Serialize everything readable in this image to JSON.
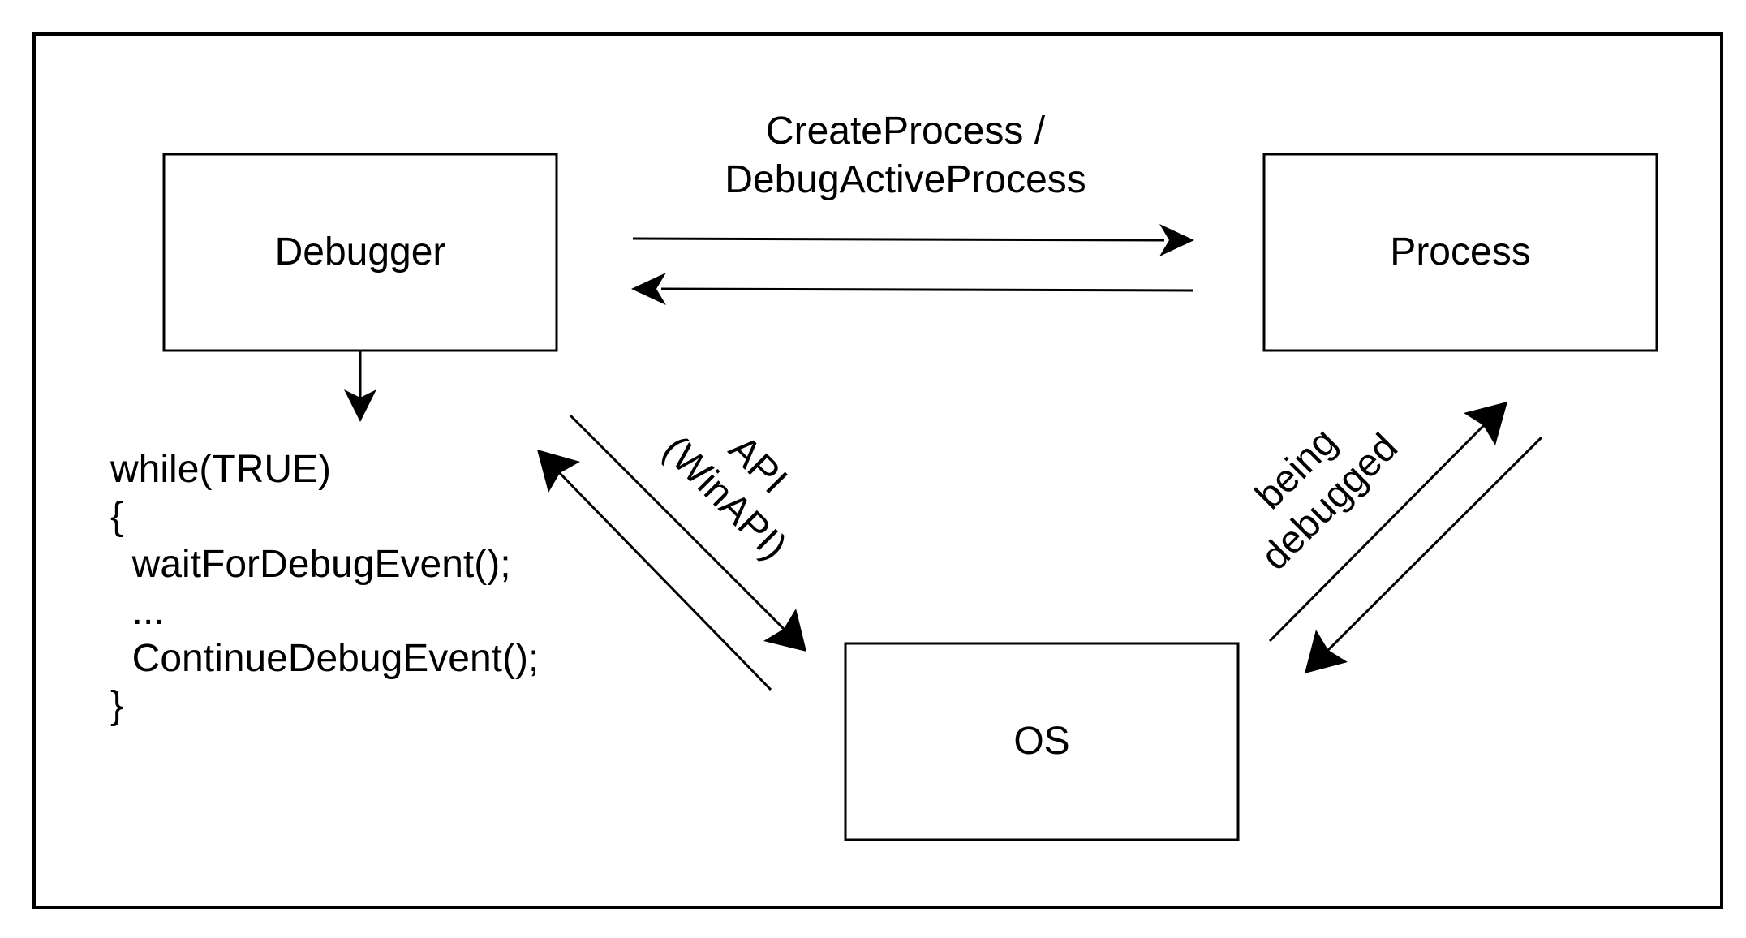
{
  "diagram": {
    "nodes": {
      "debugger": "Debugger",
      "process": "Process",
      "os": "OS"
    },
    "edge_labels": {
      "create_line1": "CreateProcess /",
      "create_line2": "DebugActiveProcess",
      "api_line1": "API",
      "api_line2": "(WinAPI)",
      "being_line1": "being",
      "being_line2": "debugged"
    },
    "code_lines": [
      "while(TRUE)",
      "{",
      "  waitForDebugEvent();",
      "  ...",
      "  ContinueDebugEvent();",
      "}"
    ]
  }
}
